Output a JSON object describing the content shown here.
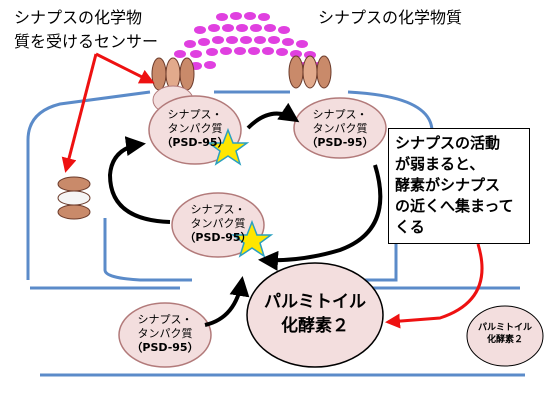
{
  "labels": {
    "sensor_line1": "シナプスの化学物",
    "sensor_line2": "質を受けるセンサー",
    "chemical": "シナプスの化学物質",
    "note_line1": "シナプスの活動",
    "note_line2": "が弱まると、",
    "note_line3": "酵素がシナプス",
    "note_line4": "の近くへ集まって",
    "note_line5": "くる"
  },
  "protein": {
    "line1": "シナプス・",
    "line2": "タンパク質",
    "line3": "（PSD-95）"
  },
  "enzyme": {
    "line1": "パルミトイル",
    "line2": "化酵素２"
  },
  "enzyme_small": {
    "line1": "パルミトイル",
    "line2": "化酵素２"
  },
  "colors": {
    "membrane": "#5b8bc9",
    "pill_fill": "#f3dede",
    "pill_stroke": "#b27a7a",
    "receptor": "#c98a6a",
    "receptor_dark": "#6b3a2a",
    "vesicle_dots": "#e040e0",
    "star": "#ffe600",
    "star_stroke": "#2aa0c0",
    "red_arrow": "#ee1111",
    "black_arrow": "#000000"
  },
  "icons": [
    "star-icon",
    "receptor-icon"
  ]
}
